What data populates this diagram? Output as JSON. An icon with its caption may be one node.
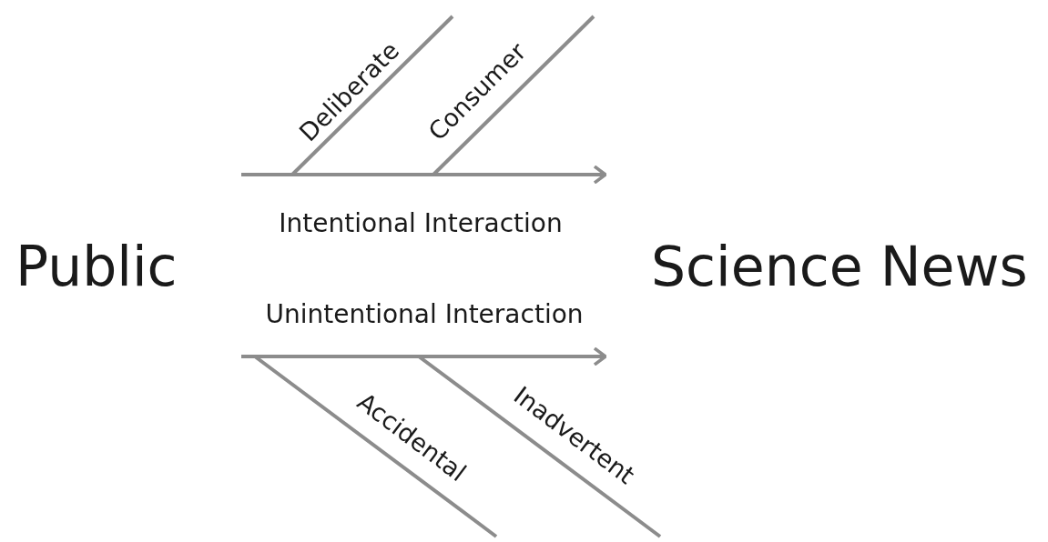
{
  "diagram": {
    "nodes": [
      {
        "text": [
          "Public"
        ]
      },
      {
        "text": [
          "Science News"
        ]
      }
    ],
    "edges": [
      {
        "from": null,
        "to": 1,
        "arrow": "to",
        "label": "Intentional Interaction"
      },
      {
        "from": null,
        "to": 1,
        "arrow": "to",
        "label": "Unintentional Interaction"
      }
    ],
    "labels": [
      "Deliberate",
      "Consumer",
      "Accidental",
      "Inadvertent"
    ]
  }
}
